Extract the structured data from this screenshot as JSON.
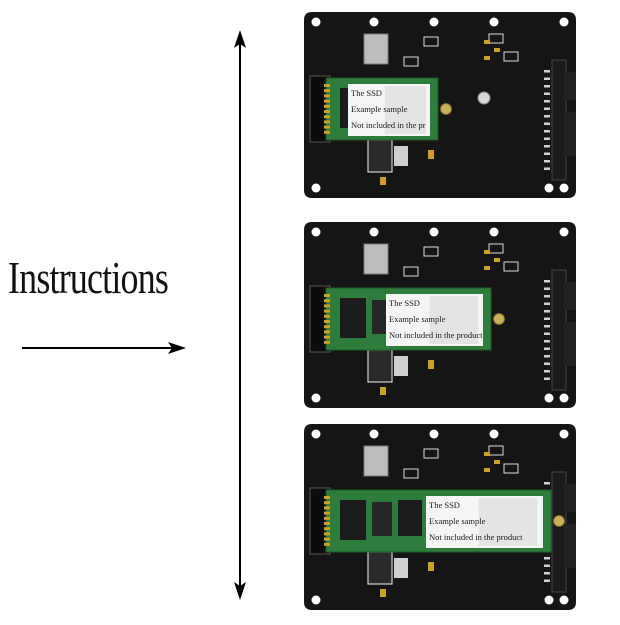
{
  "heading": "Instructions",
  "colors": {
    "pcb": "#151515",
    "ssd_green": "#2f7d3c",
    "gold": "#c9a227",
    "arrow": "#000000"
  },
  "boards": [
    {
      "ssd_size": "30mm",
      "label_lines": [
        "The SSD",
        "Example sample",
        "Not included in the pr"
      ]
    },
    {
      "ssd_size": "42mm",
      "label_lines": [
        "The SSD",
        "Example sample",
        "Not included in the product"
      ]
    },
    {
      "ssd_size": "60mm",
      "label_lines": [
        "The SSD",
        "Example sample",
        "Not included in the product"
      ]
    }
  ]
}
